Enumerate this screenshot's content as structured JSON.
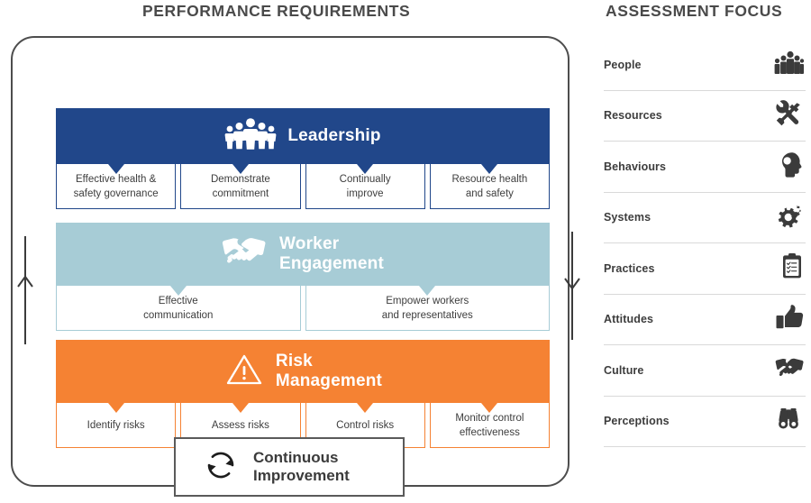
{
  "headings": {
    "performance": "PERFORMANCE REQUIREMENTS",
    "assessment": "ASSESSMENT FOCUS"
  },
  "colors": {
    "leadership": "#21478a",
    "worker_engagement": "#a7ccd6",
    "risk_management": "#f58233",
    "outline": "#4d4d4d",
    "divider": "#d9d9d9",
    "text": "#3d3d3d"
  },
  "diagram": {
    "bands": [
      {
        "key": "leadership",
        "title": "Leadership",
        "icon": "group-of-people-icon",
        "color": "#21478a",
        "items": [
          "Effective health &\nsafety governance",
          "Demonstrate\ncommitment",
          "Continually\nimprove",
          "Resource health\nand safety"
        ]
      },
      {
        "key": "worker-engagement",
        "title": "Worker\nEngagement",
        "icon": "handshake-icon",
        "color": "#a7ccd6",
        "items": [
          "Effective\ncommunication",
          "Empower workers\nand representatives"
        ]
      },
      {
        "key": "risk-management",
        "title": "Risk\nManagement",
        "icon": "warning-triangle-icon",
        "color": "#f58233",
        "items": [
          "Identify risks",
          "Assess risks",
          "Control risks",
          "Monitor control\neffectiveness"
        ]
      }
    ],
    "continuous_improvement": {
      "label": "Continuous\nImprovement",
      "icon": "circular-arrows-icon"
    },
    "cycle_arrows": {
      "left": "arrow-up-icon",
      "right": "arrow-down-icon"
    }
  },
  "assessment_focus": {
    "items": [
      {
        "label": "People",
        "icon": "people-group-icon"
      },
      {
        "label": "Resources",
        "icon": "hammer-wrench-icon"
      },
      {
        "label": "Behaviours",
        "icon": "head-brain-icon"
      },
      {
        "label": "Systems",
        "icon": "gears-icon"
      },
      {
        "label": "Practices",
        "icon": "clipboard-checklist-icon"
      },
      {
        "label": "Attitudes",
        "icon": "thumbs-up-icon"
      },
      {
        "label": "Culture",
        "icon": "handshake-icon"
      },
      {
        "label": "Perceptions",
        "icon": "binoculars-icon"
      }
    ]
  }
}
